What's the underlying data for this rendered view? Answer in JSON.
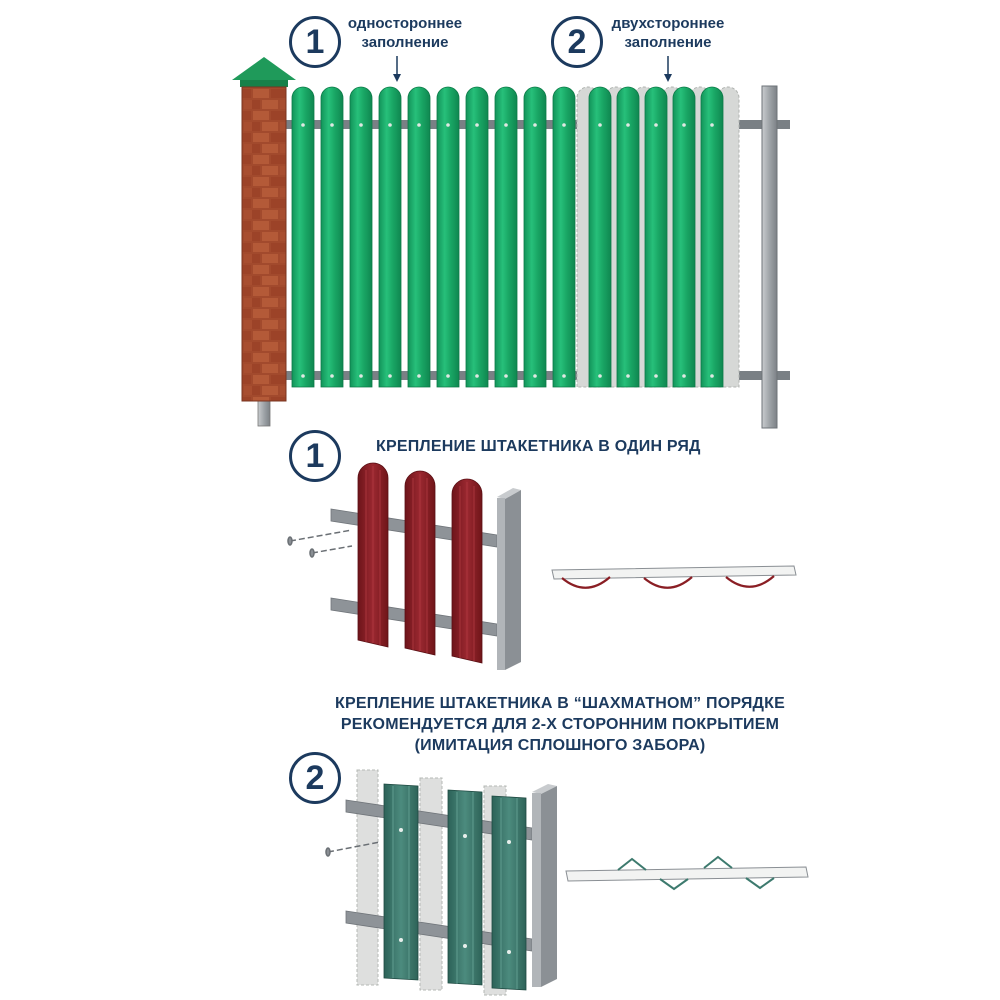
{
  "top": {
    "badge_1": "1",
    "badge_2": "2",
    "caption_1": [
      "одностороннее",
      "заполнение"
    ],
    "caption_2": [
      "двухстороннее",
      "заполнение"
    ]
  },
  "section_1": {
    "badge": "1",
    "heading": "КРЕПЛЕНИЕ ШТАКЕТНИКА В ОДИН РЯД"
  },
  "section_2": {
    "badge": "2",
    "heading": [
      "КРЕПЛЕНИЕ ШТАКЕТНИКА В “ШАХМАТНОМ” ПОРЯДКЕ",
      "РЕКОМЕНДУЕТСЯ ДЛЯ 2-Х СТОРОННИМ ПОКРЫТИЕМ",
      "(ИМИТАЦИЯ СПЛОШНОГО ЗАБОРА)"
    ]
  },
  "colors": {
    "text": "#1c3a5e",
    "green_picket": "#1aa866",
    "brick": "#a0492c",
    "roof": "#1f9a5a",
    "red_picket": "#8a1e24",
    "teal_picket": "#3d7a6e",
    "grey_rail": "#8a8f94"
  },
  "icons": [
    "brick-pillar-icon",
    "screw-icon",
    "picket-profile-icon"
  ]
}
